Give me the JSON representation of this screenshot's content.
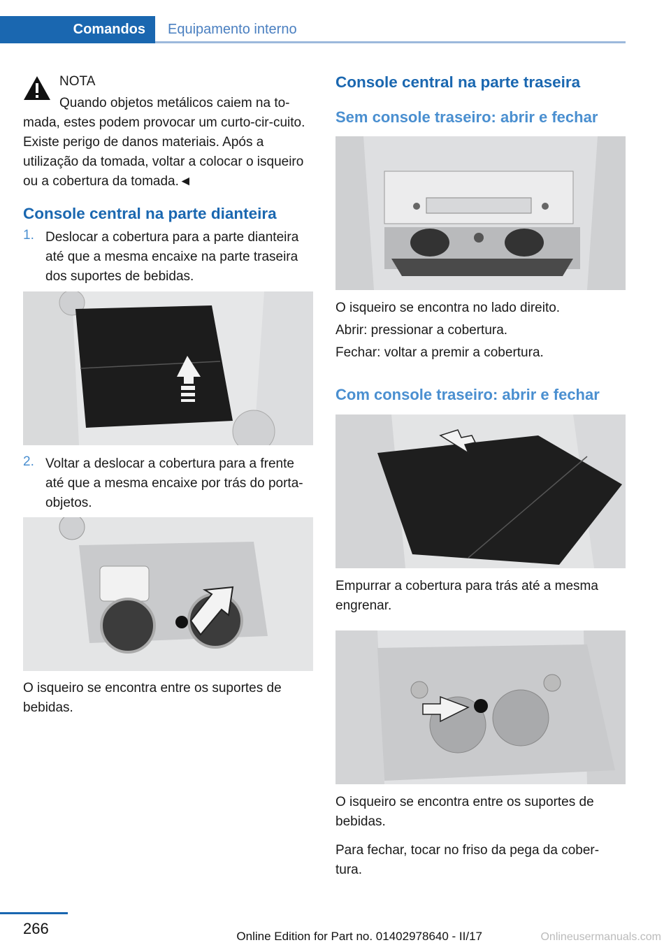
{
  "header": {
    "active_tab": "Comandos",
    "inactive_tab": "Equipamento interno"
  },
  "left": {
    "note_title": "NOTA",
    "note_first": "Quando objetos metálicos caiem na to-",
    "note_rest": "mada, estes podem provocar um curto-cir-cuito. Existe perigo de danos materiais. Após a utilização da tomada, voltar a colocar o isqueiro ou a cobertura da tomada.◄",
    "heading_front": "Console central na parte dianteira",
    "steps": [
      {
        "num": "1.",
        "text": "Deslocar a cobertura para a parte dianteira até que a mesma encaixe na parte traseira dos suportes de bebidas."
      },
      {
        "num": "2.",
        "text": "Voltar a deslocar a cobertura para a frente até que a mesma encaixe por trás do porta-objetos."
      }
    ],
    "caption_lighter": "O isqueiro se encontra entre os suportes de bebidas."
  },
  "right": {
    "heading_rear": "Console central na parte traseira",
    "sub_without": "Sem console traseiro: abrir e fechar",
    "lines_without": [
      "O isqueiro se encontra no lado direito.",
      "Abrir: pressionar a cobertura.",
      "Fechar: voltar a premir a cobertura."
    ],
    "sub_with": "Com console traseiro: abrir e fechar",
    "caption_push": "Empurrar a cobertura para trás até a mesma engrenar.",
    "caption_lighter2": "O isqueiro se encontra entre os suportes de bebidas.",
    "caption_close": "Para fechar, tocar no friso da pega da cober-tura."
  },
  "footer": {
    "page_number": "266",
    "edition": "Online Edition for Part no. 01402978640 - II/17",
    "site": "Onlineusermanuals.com"
  }
}
